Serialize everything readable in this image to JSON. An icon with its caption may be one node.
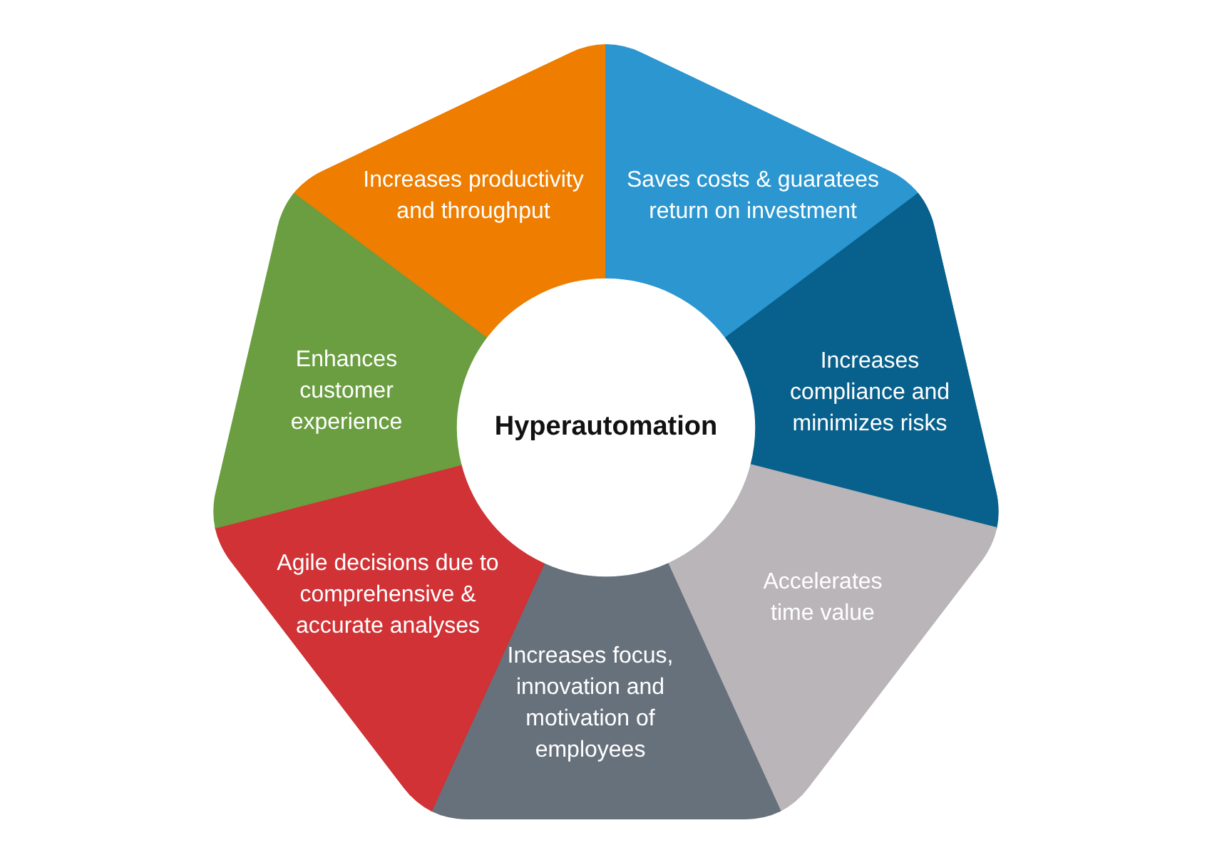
{
  "diagram": {
    "nodes": [
      {
        "text": [
          "Increases productivity and throughput"
        ]
      },
      {
        "text": [
          "Saves costs & guaratees return on investment"
        ]
      },
      {
        "text": [
          "Increases compliance and minimizes risks"
        ]
      },
      {
        "text": [
          "Accelerates time value"
        ]
      },
      {
        "text": [
          "Increases focus, innovation and motivation of employees"
        ]
      },
      {
        "text": [
          "Agile decisions due to comprehensive & accurate analyses"
        ]
      },
      {
        "text": [
          "Enhances customer experience"
        ]
      },
      {
        "text": [
          "Hyperautomation"
        ]
      }
    ]
  }
}
